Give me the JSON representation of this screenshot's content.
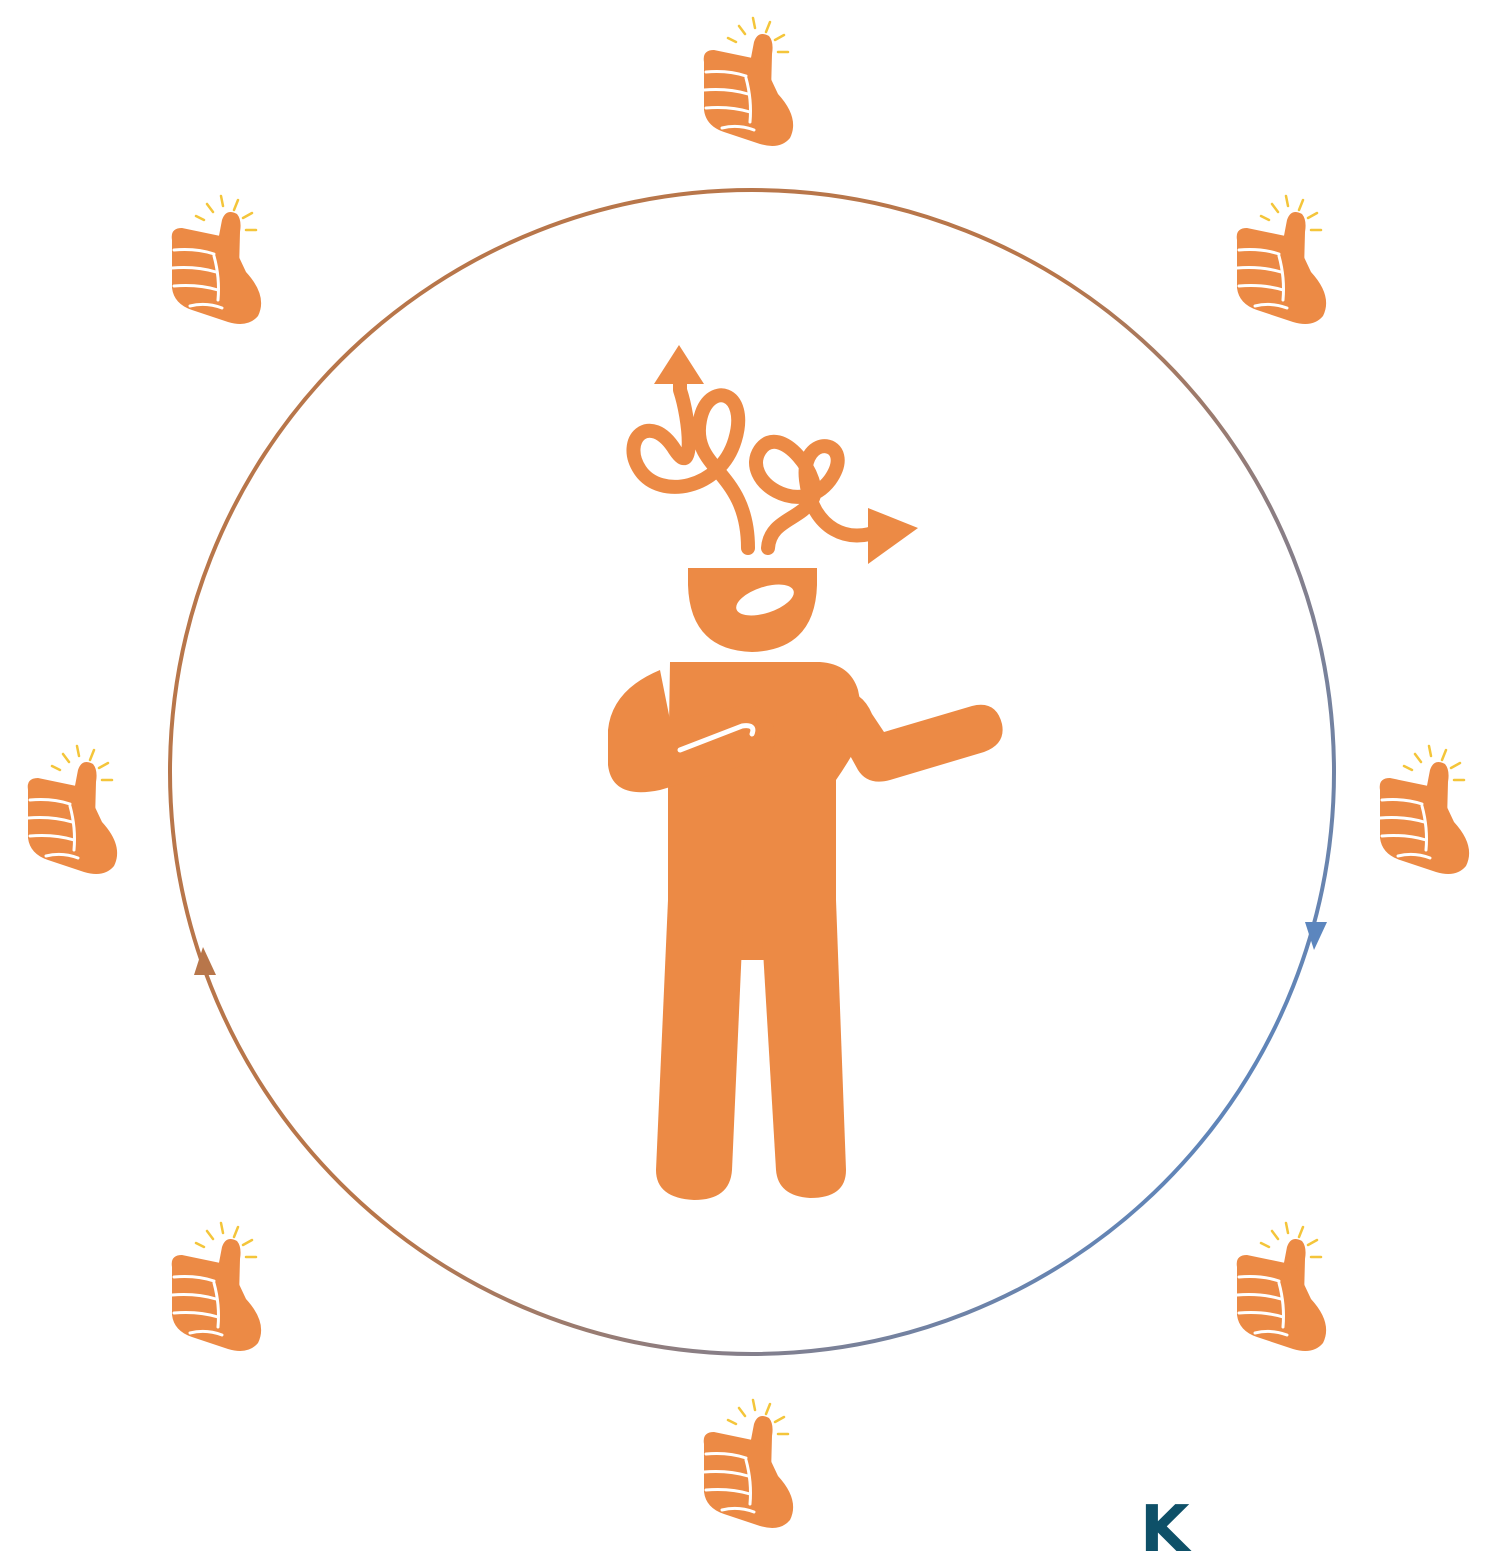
{
  "colors": {
    "figure": "#EC8A45",
    "cycle_warm": "#B8764A",
    "cycle_cool": "#5C86BE",
    "sparkle": "#F4C53A",
    "corner_glyph": "#0E5068"
  },
  "figure": {
    "icon": "confused-person-icon",
    "thoughts_icon": "tangled-arrow-thoughts-icon"
  },
  "cycle": {
    "icon": "cycle-arrows-icon",
    "arrows": 2
  },
  "thumbs": {
    "icon": "thumbs-up-icon",
    "count": 8
  },
  "corner_glyph": {
    "text": "K"
  }
}
